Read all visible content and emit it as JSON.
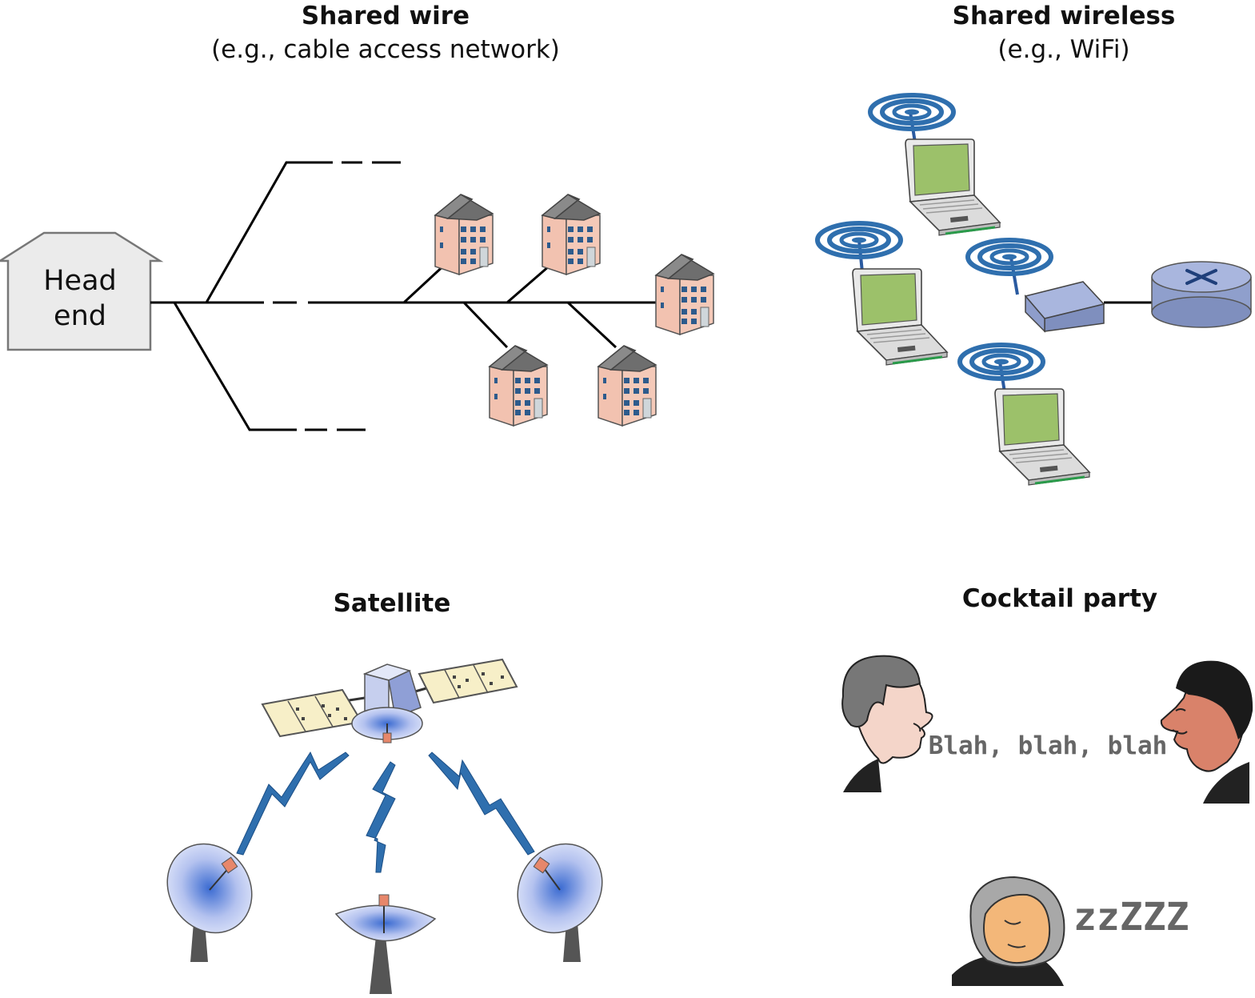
{
  "sections": {
    "shared_wire": {
      "title": "Shared wire",
      "subtitle": "(e.g., cable access network)"
    },
    "shared_wireless": {
      "title": "Shared wireless",
      "subtitle": "(e.g., WiFi)"
    },
    "satellite": {
      "title": "Satellite"
    },
    "cocktail_party": {
      "title": "Cocktail party"
    }
  },
  "head_end": {
    "line1": "Head",
    "line2": "end"
  },
  "speech": {
    "talk": "Blah, blah, blah",
    "snore": "zzZZZ"
  },
  "icons": [
    "house-icon",
    "laptop-icon",
    "wifi-signal-icon",
    "access-point-icon",
    "router-icon",
    "satellite-icon",
    "satellite-dish-icon",
    "lightning-link-icon",
    "person-icon"
  ],
  "colors": {
    "line": "#000000",
    "house_wall": "#f2c2b0",
    "house_roof": "#707070",
    "window": "#2d5b8c",
    "screen": "#9cc16a",
    "wave": "#2f6fae",
    "device_blue": "#9aa8cf",
    "dish": "#c5cef0",
    "feed": "#e7876b",
    "panel": "#f7efc8",
    "skin_light": "#f4d5c9",
    "skin_dark": "#d9826a",
    "skin_sleep": "#f3b779"
  }
}
